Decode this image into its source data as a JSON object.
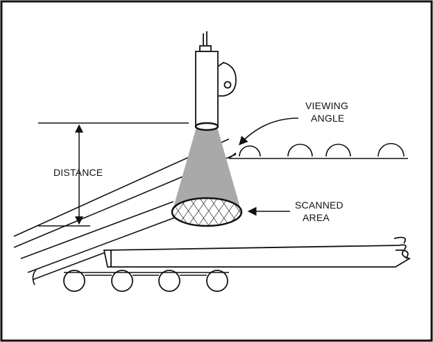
{
  "labels": {
    "viewing_angle_line1": "VIEWING",
    "viewing_angle_line2": "ANGLE",
    "distance": "DISTANCE",
    "scanned_area_line1": "SCANNED",
    "scanned_area_line2": "AREA"
  },
  "colors": {
    "stroke": "#111111",
    "beam": "#a9a9a9",
    "background": "#ffffff"
  }
}
